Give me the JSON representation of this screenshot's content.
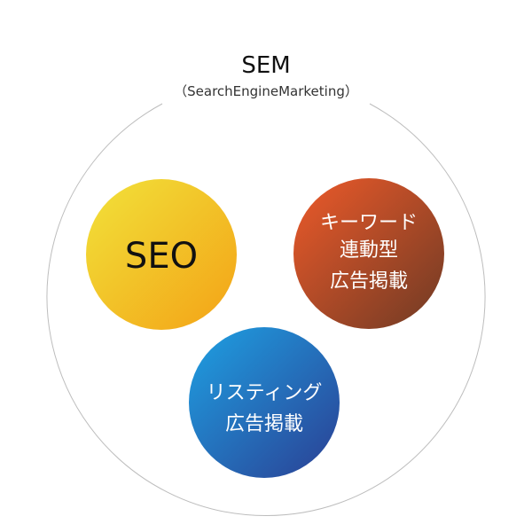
{
  "title": "SEM",
  "subtitle": "（SearchEngineMarketing）",
  "circles": {
    "seo": {
      "label": "SEO",
      "gradient": [
        "#F2E23A",
        "#F3A216"
      ]
    },
    "keyword_ads": {
      "lines": [
        "キーワード",
        "連動型",
        "広告掲載"
      ],
      "gradient": [
        "#EE5A2A",
        "#6E3A24"
      ]
    },
    "listing_ads": {
      "lines": [
        "リスティング",
        "広告掲載"
      ],
      "gradient": [
        "#1EA1E3",
        "#2B3F93"
      ]
    }
  },
  "colors": {
    "outer_ring": "#BDBDBD",
    "background": "#FFFFFF"
  }
}
